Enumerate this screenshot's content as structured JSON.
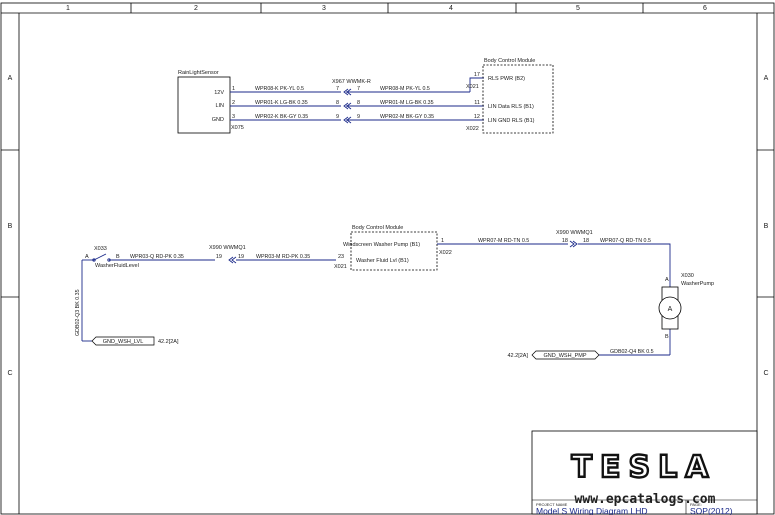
{
  "colors": {
    "wire": "#1b2a8a",
    "frame": "#000000",
    "text": "#1a1a1a",
    "title_text": "#1b2a8a"
  },
  "grid": {
    "columns": [
      "1",
      "2",
      "3",
      "4",
      "5",
      "6"
    ],
    "rows": [
      "A",
      "B",
      "C"
    ]
  },
  "rain_sensor": {
    "title": "RainLightSensor",
    "connector": "X075",
    "pins": [
      {
        "name": "12V",
        "num": "1"
      },
      {
        "name": "LIN",
        "num": "2"
      },
      {
        "name": "GND",
        "num": "3"
      }
    ]
  },
  "x967": {
    "label": "X967 WWMK-R",
    "pins": [
      "7",
      "8",
      "9"
    ]
  },
  "wires_top_left": [
    "WPR08-K PK-YL 0.5",
    "WPR01-K LG-BK 0.35",
    "WPR02-K BK-GY 0.35"
  ],
  "wires_top_right": [
    "WPR08-M PK-YL 0.5",
    "WPR01-M LG-BK 0.35",
    "WPR02-M BK-GY 0.35"
  ],
  "bcm_top": {
    "title": "Body Control Module",
    "pin_nums": [
      "17",
      "11",
      "12"
    ],
    "signals": [
      "RLS PWR (B2)",
      "LIN Data RLS (B1)",
      "LIN GND RLS (B1)"
    ],
    "conn_upper": "X021",
    "conn_lower": "X022"
  },
  "washer_level": {
    "connector": "X033",
    "name": "WasherFluidLevel",
    "pin_a": "A",
    "pin_b": "B",
    "wire_right": "WPR03-Q RD-PK 0.35",
    "wire_down": "GDB02-Q3 BK 0.35",
    "ground_tag": "GND_WSH_LVL",
    "ground_ref": "42.2[2A]"
  },
  "x990_left": {
    "label": "X990 WWMQ1",
    "pins": [
      "19",
      "19"
    ]
  },
  "wire_mid": "WPR03-M RD-PK 0.35",
  "bcm_mid": {
    "title": "Body Control Module",
    "signals": [
      "Windscreen Washer Pump (B1)",
      "Washer Fluid Lvl (B1)"
    ],
    "pin_left": "23",
    "pin_right": "1",
    "conn_left": "X021",
    "conn_right": "X022"
  },
  "wire_pump_left": "WPR07-M RD-TN 0.5",
  "x990_right": {
    "label": "X990 WWMQ1",
    "pins": [
      "18",
      "18"
    ]
  },
  "wire_pump_right": "WPR07-Q RD-TN 0.5",
  "pump": {
    "connector": "X030",
    "name": "WasherPump",
    "symbol": "A",
    "pin_a": "A",
    "pin_b": "B",
    "wire_ground": "GDB02-Q4 BK 0.5",
    "ground_tag": "GND_WSH_PMP",
    "ground_ref": "42.2[2A]"
  },
  "title_block": {
    "logo": "TESLA",
    "project_label": "PROJECT NAME",
    "page_label": "PAGE:",
    "project_name": "Model S Wiring Diagram LHD",
    "release": "SOP(2012)",
    "watermark": "www.epcatalogs.com"
  }
}
